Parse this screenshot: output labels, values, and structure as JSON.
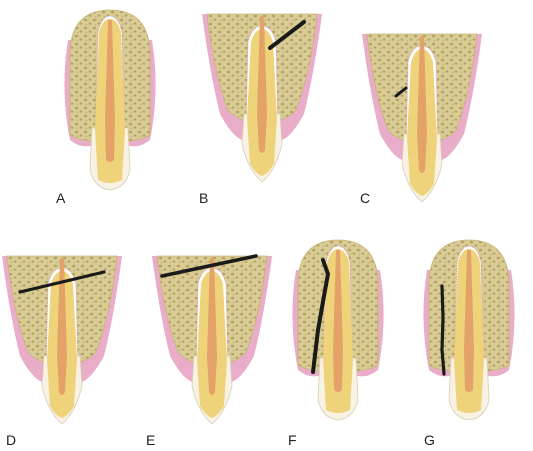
{
  "colors": {
    "gum": "#e8a8c8",
    "gum_light": "#f4cfe0",
    "bone": "#d8cc98",
    "bone_pore": "#b8a868",
    "enamel": "#f8f2e4",
    "dentin": "#efd37a",
    "pulp": "#e2a268",
    "pdl": "#ffffff",
    "fracture": "#1a1a1a",
    "outline": "#c9b89a"
  },
  "panels": [
    {
      "id": "A",
      "label": "A",
      "fracture": "none"
    },
    {
      "id": "B",
      "label": "B",
      "fracture": "oblique-apical"
    },
    {
      "id": "C",
      "label": "C",
      "fracture": "oblique-buccal-plate"
    },
    {
      "id": "D",
      "label": "D",
      "fracture": "horizontal"
    },
    {
      "id": "E",
      "label": "E",
      "fracture": "horizontal-apical"
    },
    {
      "id": "F",
      "label": "F",
      "fracture": "vertical-buccal"
    },
    {
      "id": "G",
      "label": "G",
      "fracture": "vertical-straight"
    }
  ]
}
